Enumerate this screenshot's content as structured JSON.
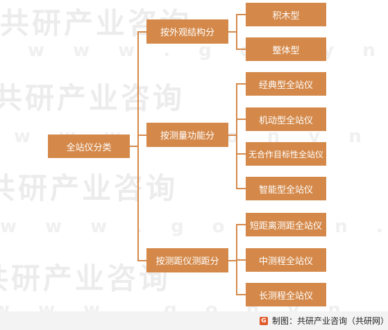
{
  "watermark": {
    "brand": "共研产业咨询",
    "url": "w w w . g o n y n . c o m"
  },
  "diagram": {
    "root": "全站仪分类",
    "categories": [
      {
        "label": "按外观结构分",
        "items": [
          "积木型",
          "整体型"
        ]
      },
      {
        "label": "按测量功能分",
        "items": [
          "经典型全站仪",
          "机动型全站仪",
          "无合作目标性全站仪",
          "智能型全站仪"
        ]
      },
      {
        "label": "按测距仪测距分",
        "items": [
          "短距离测距全站仪",
          "中测程全站仪",
          "长测程全站仪"
        ]
      }
    ]
  },
  "colors": {
    "node_fill": "#d4894a",
    "node_text": "#ffffff",
    "connector": "#d4894a"
  },
  "footer": {
    "logo_icon": "gonyn-logo-icon",
    "source": "制图：共研产业咨询（共研网）"
  }
}
